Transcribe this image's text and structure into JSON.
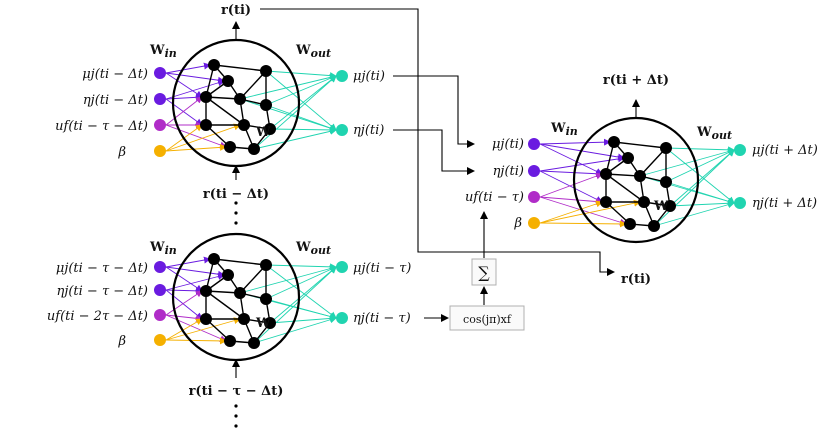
{
  "colors": {
    "mu": "#6a1be0",
    "eta": "#6a1be0",
    "u": "#b02cc8",
    "beta": "#f5b000",
    "out": "#20d4b0",
    "node": "#000000"
  },
  "reservoirs": {
    "top_left": {
      "win": "W",
      "win_sub": "in",
      "wout": "W",
      "wout_sub": "out",
      "w": "W",
      "in_mu": "μj(ti − Δt)",
      "in_eta": "ηj(ti − Δt)",
      "in_u": "uf(ti − τ − Δt)",
      "in_beta": "β",
      "out_mu": "μj(ti)",
      "out_eta": "ηj(ti)",
      "state_top": "r(ti)",
      "state_bottom": "r(ti − Δt)"
    },
    "bottom_left": {
      "win": "W",
      "win_sub": "in",
      "wout": "W",
      "wout_sub": "out",
      "w": "W",
      "in_mu": "μj(ti − τ − Δt)",
      "in_eta": "ηj(ti − τ − Δt)",
      "in_u": "uf(ti − 2τ − Δt)",
      "in_beta": "β",
      "out_mu": "μj(ti − τ)",
      "out_eta": "ηj(ti − τ)",
      "state_bottom": "r(ti − τ − Δt)"
    },
    "right": {
      "win": "W",
      "win_sub": "in",
      "wout": "W",
      "wout_sub": "out",
      "w": "W",
      "in_mu": "μj(ti)",
      "in_eta": "ηj(ti)",
      "in_u": "uf(ti − τ)",
      "in_beta": "β",
      "out_mu": "μj(ti + Δt)",
      "out_eta": "ηj(ti + Δt)",
      "state_top": "r(ti + Δt)",
      "state_bottom": "r(ti)"
    }
  },
  "ops": {
    "sum": "∑",
    "cos": "cos(jπ)xf"
  }
}
